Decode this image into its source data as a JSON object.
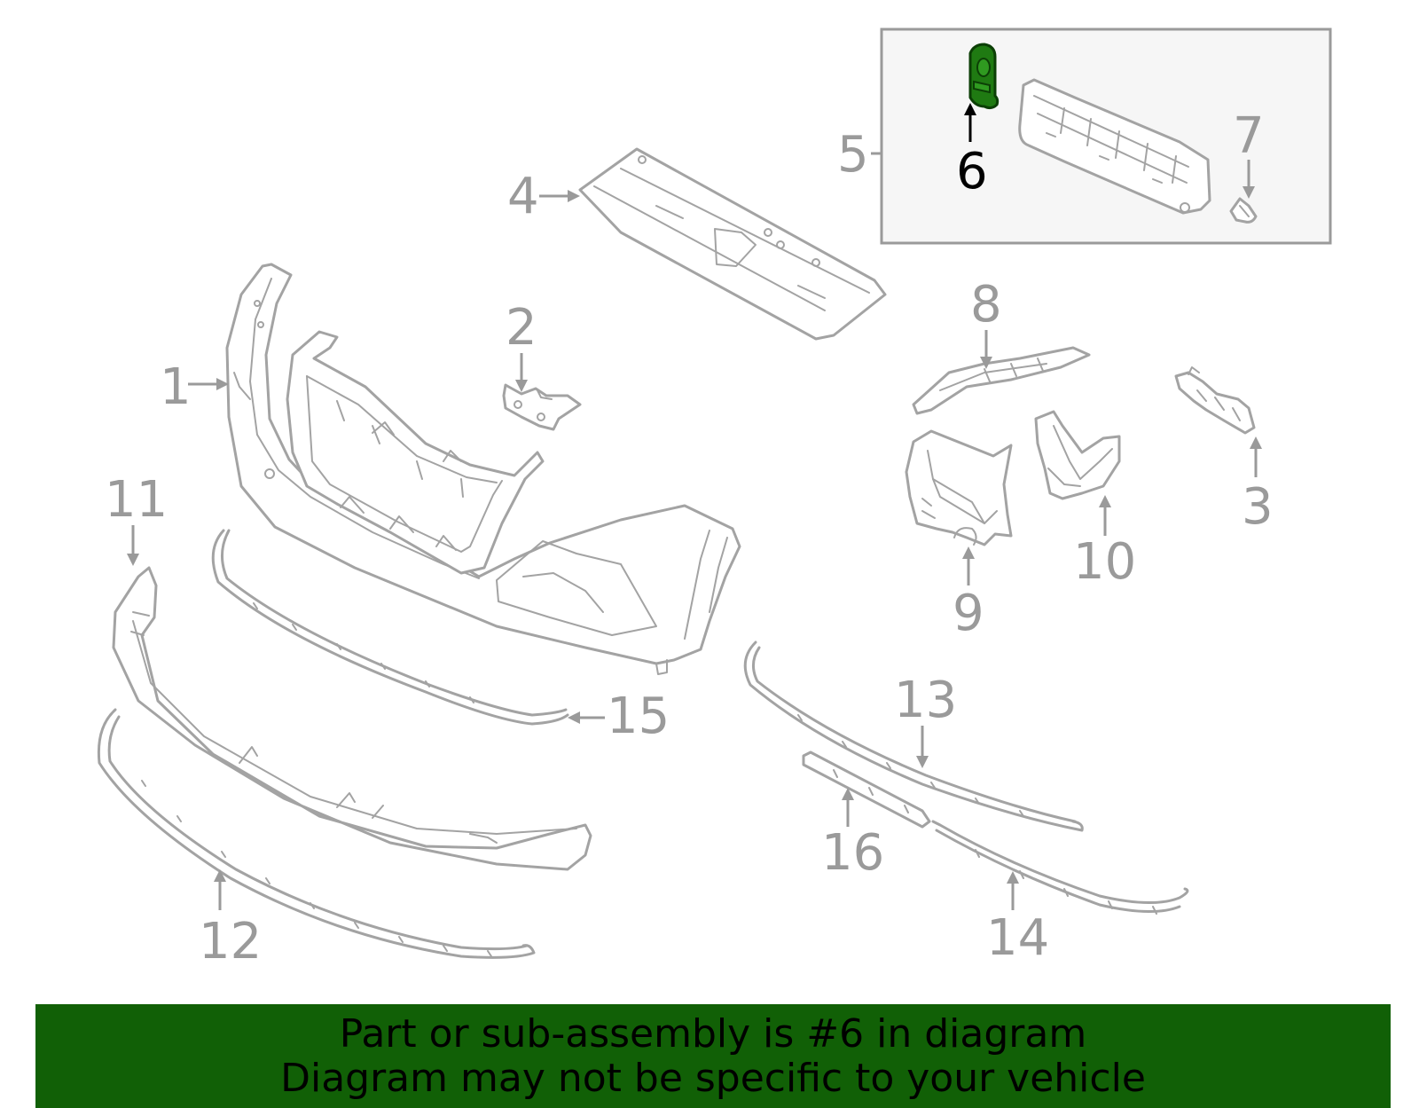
{
  "diagram": {
    "callouts": {
      "c1": "1",
      "c2": "2",
      "c3": "3",
      "c4": "4",
      "c5": "5",
      "c6": "6",
      "c7": "7",
      "c8": "8",
      "c9": "9",
      "c10": "10",
      "c11": "11",
      "c12": "12",
      "c13": "13",
      "c14": "14",
      "c15": "15",
      "c16": "16"
    },
    "highlighted_part": "6",
    "colors": {
      "line_art": "#a3a3a3",
      "highlight_fill": "#1f7a12",
      "banner_background": "#116006",
      "inset_background": "#f6f6f6"
    }
  },
  "banner": {
    "line1": "Part or sub-assembly is #6 in diagram",
    "line2": "Diagram may not be specific to your vehicle"
  }
}
